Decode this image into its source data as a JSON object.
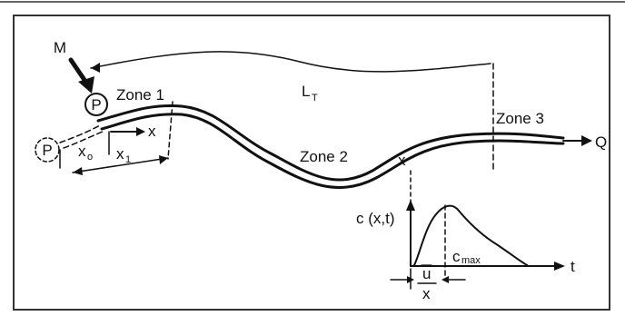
{
  "labels": {
    "mass": "M",
    "pump": "P",
    "pump_alt": "P",
    "zone1": "Zone 1",
    "zone2": "Zone 2",
    "zone3": "Zone 3",
    "length_main": "L",
    "length_sub": "T",
    "x_arrow": "x",
    "x0_main": "x",
    "x0_sub": "o",
    "x1_main": "x",
    "x1_sub": "1",
    "flow": "Q",
    "profile_x": "x",
    "axis_c": "c (x,t)",
    "axis_t": "t",
    "peak_main": "c",
    "peak_sub": "max",
    "ratio_num": "u",
    "ratio_den": "x"
  },
  "colors": {
    "ink": "#111111",
    "background": "#ffffff",
    "frame": "#333333"
  }
}
